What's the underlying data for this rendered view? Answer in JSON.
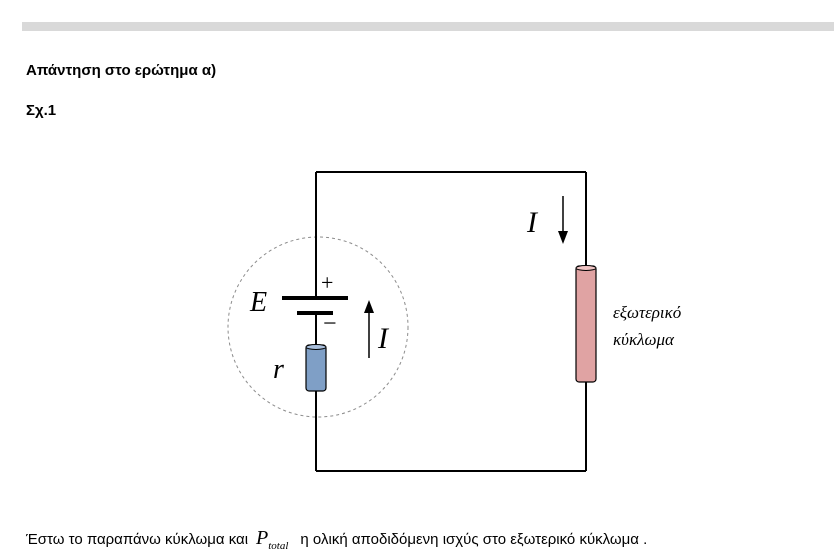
{
  "heading": "Απάντηση στο ερώτημα α)",
  "figure_label": "Σχ.1",
  "circuit": {
    "emf_label": "E",
    "plus_sign": "+",
    "minus_sign": "−",
    "internal_resistance_label": "r",
    "current_label_source": "I",
    "current_label_external": "I",
    "external_label_line1": "εξωτερικό",
    "external_label_line2": "κύκλωμα",
    "colors": {
      "wire": "#000000",
      "internal_resistor_fill": "#7f9fc6",
      "external_resistor_fill": "#e0a3a3",
      "source_circle": "#8c8c8c"
    }
  },
  "text": {
    "before": "Έστω το παραπάνω κύκλωμα και",
    "symbol_main": "P",
    "symbol_sub": "total",
    "after": "η ολική αποδιδόμενη ισχύς στο εξωτερικό κύκλωμα ."
  }
}
